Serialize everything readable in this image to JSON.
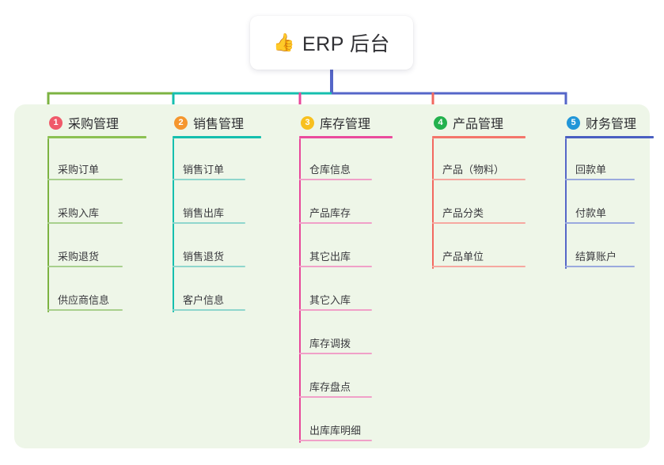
{
  "diagram": {
    "type": "mind-map",
    "root": {
      "label": "ERP 后台",
      "emoji": "👍",
      "emoji_name": "thumbs-up-emoji"
    },
    "panel_color": "#eef6e8",
    "branches": [
      {
        "index": "1",
        "title": "采购管理",
        "badge_color": "#f05a6a",
        "line_color": "#7cb342",
        "rule_color": "#8cc152",
        "leaf_color": "#a8d08d",
        "items": [
          "采购订单",
          "采购入库",
          "采购退货",
          "供应商信息"
        ]
      },
      {
        "index": "2",
        "title": "销售管理",
        "badge_color": "#f5962e",
        "line_color": "#15bfae",
        "rule_color": "#15bfae",
        "leaf_color": "#8fd6cd",
        "items": [
          "销售订单",
          "销售出库",
          "销售退货",
          "客户信息"
        ]
      },
      {
        "index": "3",
        "title": "库存管理",
        "badge_color": "#f8c01e",
        "line_color": "#e8479a",
        "rule_color": "#ea4c9d",
        "leaf_color": "#f0a0c8",
        "items": [
          "仓库信息",
          "产品库存",
          "其它出库",
          "其它入库",
          "库存调拨",
          "库存盘点",
          "出库库明细"
        ]
      },
      {
        "index": "4",
        "title": "产品管理",
        "badge_color": "#23b14d",
        "line_color": "#f2685f",
        "rule_color": "#f4756b",
        "leaf_color": "#f6a8a0",
        "items": [
          "产品（物料）",
          "产品分类",
          "产品单位"
        ]
      },
      {
        "index": "5",
        "title": "财务管理",
        "badge_color": "#2196d8",
        "line_color": "#5566c8",
        "rule_color": "#4a5fc1",
        "leaf_color": "#9aa9de",
        "items": [
          "回款单",
          "付款单",
          "结算账户"
        ]
      }
    ]
  }
}
